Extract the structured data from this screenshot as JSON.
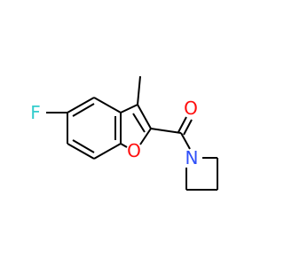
{
  "molecule": {
    "atoms": {
      "fluorine": {
        "label": "F",
        "color": "#33CCCC"
      },
      "ring_oxygen": {
        "label": "O",
        "color": "#FF0D0D"
      },
      "carbonyl_oxygen": {
        "label": "O",
        "color": "#FF0D0D"
      },
      "nitrogen": {
        "label": "N",
        "color": "#3050F8"
      }
    },
    "bond_color": "#000000"
  }
}
